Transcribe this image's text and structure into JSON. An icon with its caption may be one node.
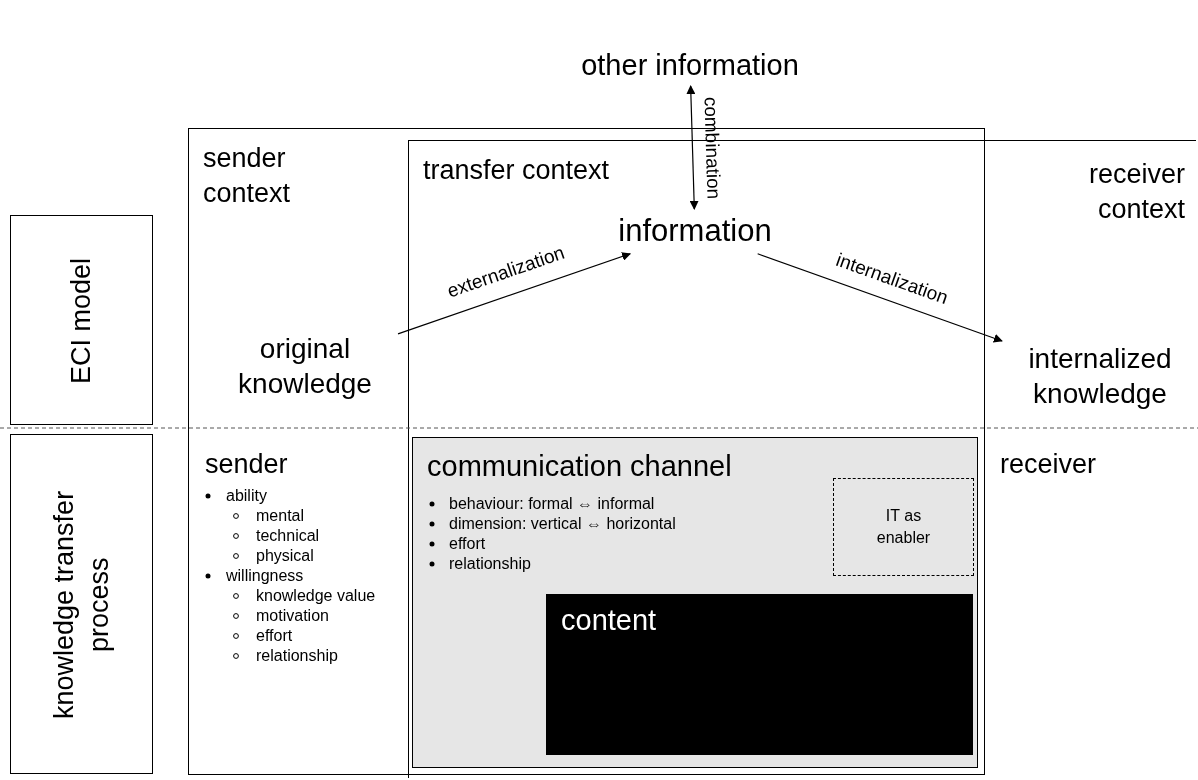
{
  "diagram": {
    "nodes": [
      {
        "text": [
          "ECI model"
        ]
      },
      {
        "text": [
          "knowledge transfer process"
        ]
      },
      {
        "text": [
          "sender context"
        ]
      },
      {
        "text": [
          "original knowledge"
        ],
        "in": 2
      },
      {
        "text": [
          "transfer context"
        ]
      },
      {
        "text": [
          "information"
        ]
      },
      {
        "text": [
          "internalized knowledge"
        ],
        "in": 4
      },
      {
        "text": [
          "other information"
        ]
      },
      {
        "text": [
          "communication channel",
          "behaviour: formal ⇔ informal",
          "dimension: vertical ⇔ horizontal",
          "effort",
          "relationship"
        ]
      },
      {
        "text": [
          "IT as enabler"
        ],
        "in": 8
      },
      {
        "text": [
          "content"
        ],
        "in": 8
      }
    ],
    "edges": [
      {
        "from": 3,
        "to": 5,
        "arrow": "to",
        "label": "externalization"
      },
      {
        "from": 5,
        "to": 6,
        "arrow": "to",
        "label": "internalization"
      },
      {
        "from": 5,
        "to": 7,
        "arrow": "both",
        "label": "combination"
      }
    ],
    "labels": [
      "receiver context",
      "sender",
      "ability",
      "mental",
      "technical",
      "physical",
      "willingness",
      "knowledge value",
      "motivation",
      "effort",
      "relationship",
      "receiver"
    ]
  }
}
